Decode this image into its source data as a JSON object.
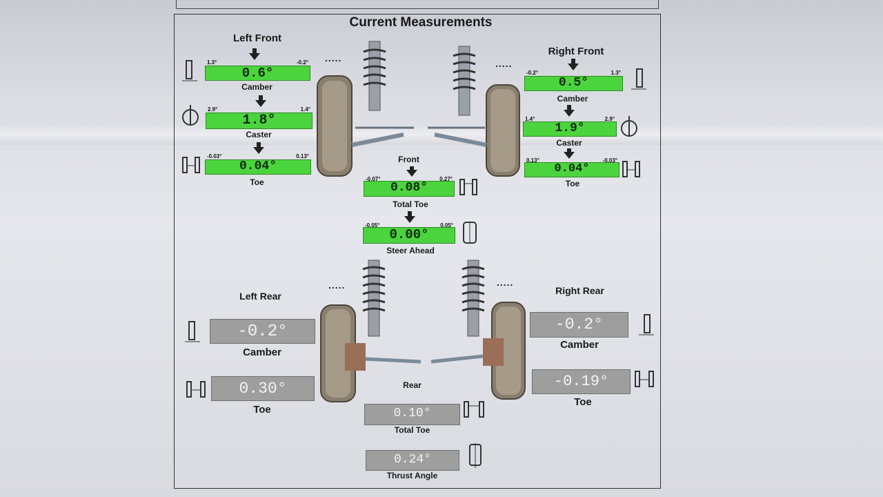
{
  "title": "Current Measurements",
  "sections": {
    "left_front": "Left Front",
    "right_front": "Right Front",
    "left_rear": "Left Rear",
    "right_rear": "Right Rear",
    "front": "Front",
    "rear": "Rear"
  },
  "dots": ".....",
  "front": {
    "lf_camber": {
      "value": "0.6°",
      "min": "1.3°",
      "max": "-0.2°",
      "label": "Camber"
    },
    "lf_caster": {
      "value": "1.8°",
      "min": "2.9°",
      "max": "1.4°",
      "label": "Caster"
    },
    "lf_toe": {
      "value": "0.04°",
      "min": "-0.03°",
      "max": "0.13°",
      "label": "Toe"
    },
    "rf_camber": {
      "value": "0.5°",
      "min": "-0.2°",
      "max": "1.3°",
      "label": "Camber"
    },
    "rf_caster": {
      "value": "1.9°",
      "min": "1.4°",
      "max": "2.9°",
      "label": "Caster"
    },
    "rf_toe": {
      "value": "0.04°",
      "min": "0.13°",
      "max": "-0.03°",
      "label": "Toe"
    },
    "total_toe": {
      "value": "0.08°",
      "min": "-0.07°",
      "max": "0.27°",
      "label": "Total Toe"
    },
    "steer_ahead": {
      "value": "0.00°",
      "min": "-0.05°",
      "max": "0.05°",
      "label": "Steer Ahead"
    }
  },
  "rear": {
    "lr_camber": {
      "value": "-0.2°",
      "label": "Camber"
    },
    "lr_toe": {
      "value": "0.30°",
      "label": "Toe"
    },
    "rr_camber": {
      "value": "-0.2°",
      "label": "Camber"
    },
    "rr_toe": {
      "value": "-0.19°",
      "label": "Toe"
    },
    "total_toe": {
      "value": "0.10°",
      "label": "Total Toe"
    },
    "thrust_angle": {
      "value": "0.24°",
      "label": "Thrust Angle"
    }
  },
  "colors": {
    "in_spec": "#4cd43e",
    "no_spec": "#9e9e9e"
  }
}
